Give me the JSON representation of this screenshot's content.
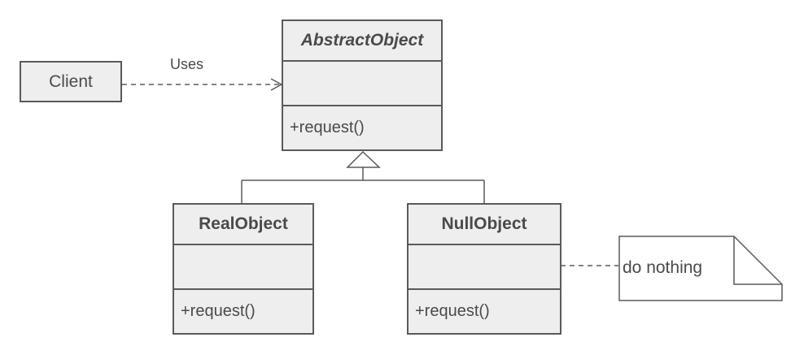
{
  "client": {
    "label": "Client"
  },
  "uses_label": "Uses",
  "abstract_object": {
    "name": "AbstractObject",
    "operation": "+request()"
  },
  "real_object": {
    "name": "RealObject",
    "operation": "+request()"
  },
  "null_object": {
    "name": "NullObject",
    "operation": "+request()"
  },
  "note": {
    "text": "do nothing"
  },
  "colors": {
    "box_fill": "#eeeeee",
    "stroke": "#5a5a5a",
    "text": "#4a4a4a",
    "background": "#ffffff"
  }
}
